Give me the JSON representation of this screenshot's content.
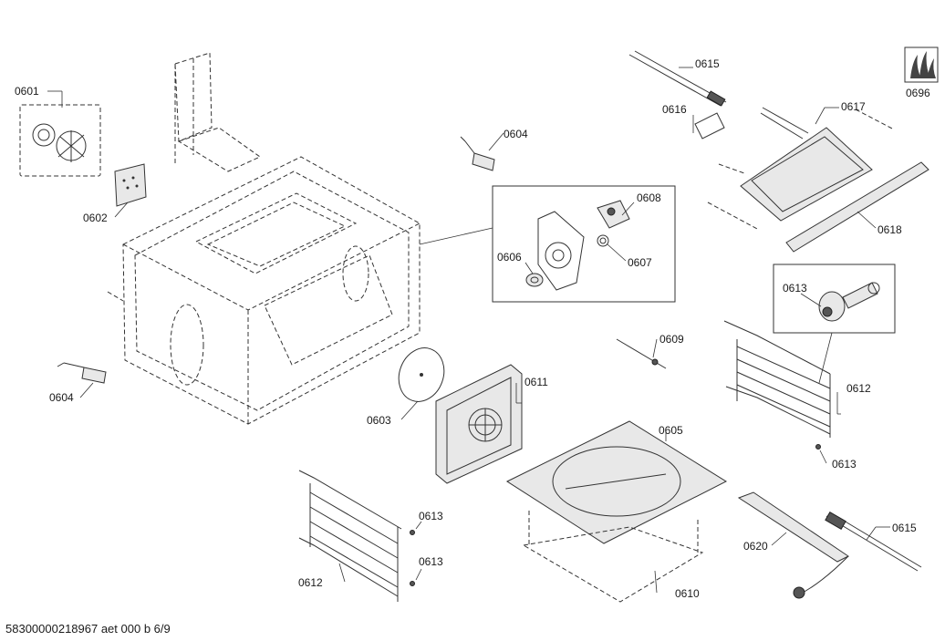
{
  "labels": {
    "p0601": "0601",
    "p0602": "0602",
    "p0603": "0603",
    "p0604_top": "0604",
    "p0604_left": "0604",
    "p0605": "0605",
    "p0606": "0606",
    "p0607": "0607",
    "p0608": "0608",
    "p0609": "0609",
    "p0610": "0610",
    "p0611": "0611",
    "p0612_right": "0612",
    "p0612_left": "0612",
    "p0613_box": "0613",
    "p0613_right": "0613",
    "p0613_a": "0613",
    "p0613_b": "0613",
    "p0615_top": "0615",
    "p0615_bottom": "0615",
    "p0616": "0616",
    "p0617": "0617",
    "p0618": "0618",
    "p0620": "0620",
    "p0696": "0696"
  },
  "footer": "58300000218967 aet 000 b 6/9",
  "icons": [
    "flame-badge-icon"
  ]
}
